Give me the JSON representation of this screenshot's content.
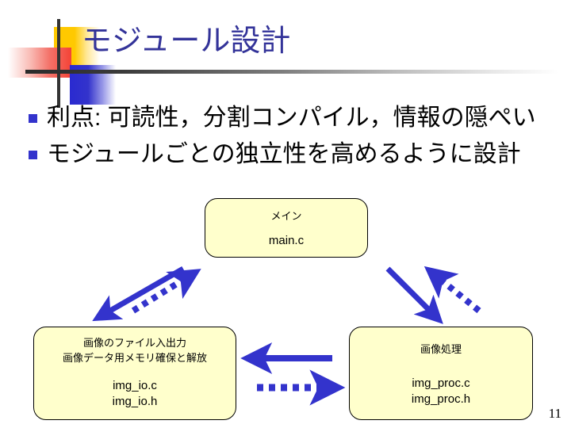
{
  "slide": {
    "title": "モジュール設計",
    "page_number": "11",
    "colors": {
      "title_blue": "#333399",
      "arrow_blue": "#3333cc",
      "box_fill": "#ffffcc",
      "box_border": "#000000",
      "deco_yellow": "#ffc900",
      "deco_red": "#f44336",
      "deco_blue": "#3333cc"
    }
  },
  "bullets": [
    {
      "marker": "square-bullet",
      "text": "利点: 可読性，分割コンパイル，情報の隠ぺい"
    },
    {
      "marker": "square-bullet",
      "text": "モジュールごとの独立性を高めるように設計"
    }
  ],
  "diagram": {
    "boxes": [
      {
        "id": "main",
        "description": "メイン",
        "files": "main.c"
      },
      {
        "id": "img_io",
        "description": "画像のファイル入出力\n画像データ用メモリ確保と解放",
        "files": "img_io.c\nimg_io.h"
      },
      {
        "id": "img_proc",
        "description": "画像処理",
        "files": "img_proc.c\nimg_proc.h"
      }
    ],
    "arrows": [
      {
        "id": "main-to-io",
        "style": "solid",
        "direction": "down-left"
      },
      {
        "id": "io-to-main",
        "style": "dashed",
        "direction": "up-right"
      },
      {
        "id": "main-to-proc",
        "style": "solid",
        "direction": "down-right"
      },
      {
        "id": "proc-to-main",
        "style": "dashed",
        "direction": "up-left"
      },
      {
        "id": "proc-to-io",
        "style": "solid",
        "direction": "left"
      },
      {
        "id": "io-to-proc",
        "style": "dashed",
        "direction": "right"
      }
    ]
  }
}
